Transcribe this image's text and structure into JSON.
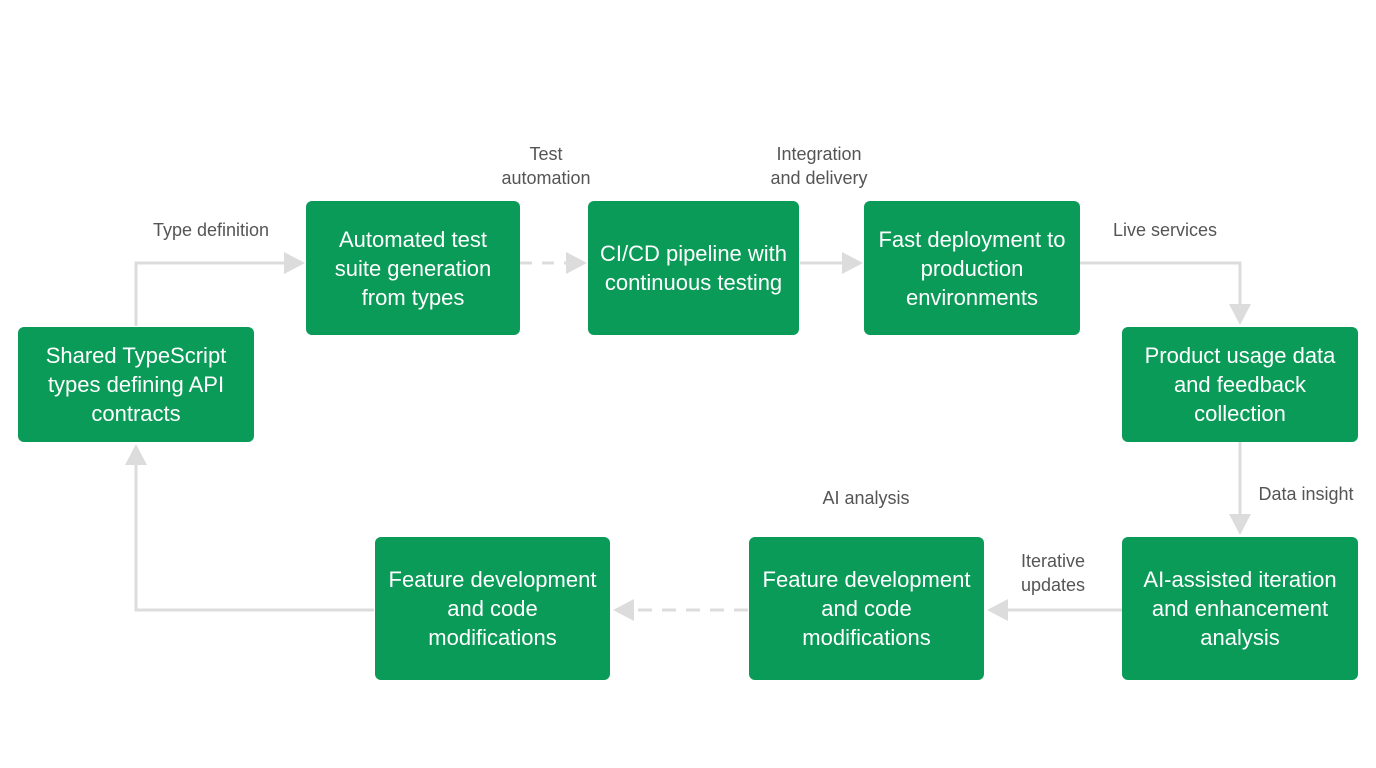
{
  "colors": {
    "node_fill": "#0b9b58",
    "node_text": "#ffffff",
    "edge": "#dcdcdc",
    "label_text": "#555555"
  },
  "nodes": {
    "shared_types": "Shared TypeScript types defining API contracts",
    "test_suite": "Automated test suite generation from types",
    "cicd": "CI/CD pipeline with continuous testing",
    "deployment": "Fast deployment to production environments",
    "usage_data": "Product usage data and feedback collection",
    "ai_iteration": "AI-assisted iteration and enhancement analysis",
    "feature_dev_2": "Feature development and code modifications",
    "feature_dev_1": "Feature development and code modifications"
  },
  "edge_labels": {
    "type_definition": "Type definition",
    "test_automation_1": "Test",
    "test_automation_2": "automation",
    "integration_1": "Integration",
    "integration_2": "and delivery",
    "live_services": "Live services",
    "data_insight": "Data insight",
    "iterative_1": "Iterative",
    "iterative_2": "updates",
    "ai_analysis": "AI analysis"
  }
}
